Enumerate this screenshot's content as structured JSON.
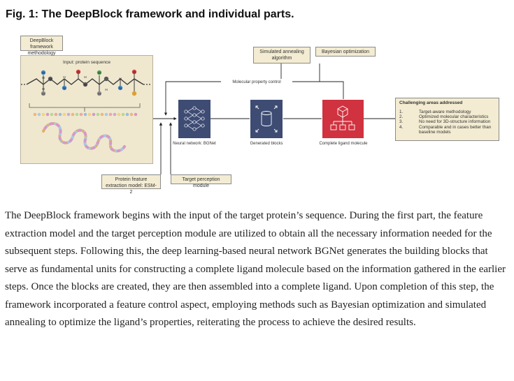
{
  "figure": {
    "title": "Fig. 1: The DeepBlock framework and individual parts."
  },
  "labels": {
    "methodology": "DeepBlock framework methodology",
    "input": "Input: protein sequence",
    "simulated_annealing": "Simulated annealing algorithm",
    "bayesian": "Bayesian optimization",
    "property_control": "Molecular property control",
    "bgnet": "Neural network: BGNet",
    "generated_blocks": "Generated blocks",
    "complete_ligand": "Complete ligand molecule",
    "esm2": "Protein feature extraction model: ESM-2",
    "target_perception": "Target perception module"
  },
  "challenges": {
    "title": "Challenging areas addressed",
    "items": [
      {
        "num": "1.",
        "text": "Target-aware methodology"
      },
      {
        "num": "2.",
        "text": "Optimized molecular characteristics"
      },
      {
        "num": "3.",
        "text": "No need for 3D-structure information"
      },
      {
        "num": "4.",
        "text": "Comparable and in cases better than baseline models"
      }
    ]
  },
  "molecule_atoms": [
    "O",
    "H",
    "N",
    "H",
    "H",
    "N",
    "H",
    "O",
    "N",
    "H",
    "O",
    "H",
    "N",
    "H",
    "H",
    "O"
  ],
  "colors": {
    "panel_bg": "#efe8cf",
    "label_bg": "#f3ecd2",
    "icon_blue": "#3e4c74",
    "icon_red": "#d0323f",
    "connector": "#222222"
  },
  "caption": "The DeepBlock framework begins with the input of the target protein’s sequence. During the first part, the feature extraction model and the target perception module are utilized to obtain all the necessary information needed for the subsequent steps. Following this, the deep learning-based neural network BGNet generates the building blocks that serve as fundamental units for constructing a complete ligand molecule based on the information gathered in the earlier steps. Once the blocks are created, they are then assembled into a complete ligand. Upon completion of this step, the framework incorporated a feature control aspect, employing methods such as Bayesian optimization and simulated annealing to optimize the ligand’s properties, reiterating the process to achieve the desired results."
}
